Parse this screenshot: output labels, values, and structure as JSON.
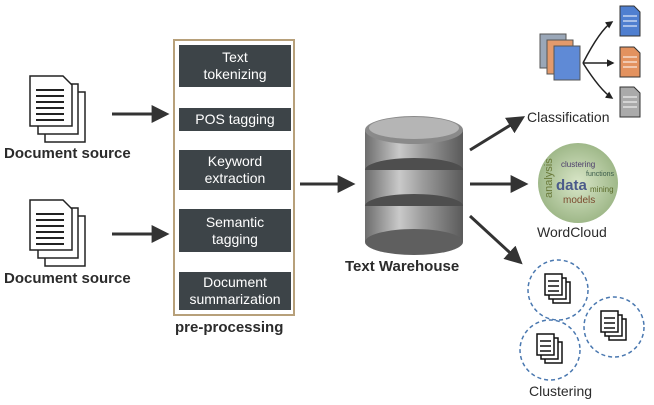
{
  "sources": [
    {
      "label": "Document source"
    },
    {
      "label": "Document source"
    }
  ],
  "pipeline": {
    "steps": [
      "Text\ntokenizing",
      "POS tagging",
      "Keyword\nextraction",
      "Semantic\ntagging",
      "Document\nsummarization"
    ],
    "label": "pre-processing"
  },
  "warehouse": {
    "label": "Text Warehouse"
  },
  "outputs": {
    "classification": "Classification",
    "wordcloud": "WordCloud",
    "clustering": "Clustering"
  },
  "wordcloud_words": [
    "data",
    "analysis",
    "models",
    "functions",
    "clustering",
    "mining"
  ],
  "colors": {
    "step_bg": "#3d4448",
    "frame": "#b7a07a",
    "arrow": "#333333",
    "doc_blue": "#4f7fd0",
    "doc_orange": "#e3925f",
    "doc_gray": "#aaaaaa"
  }
}
